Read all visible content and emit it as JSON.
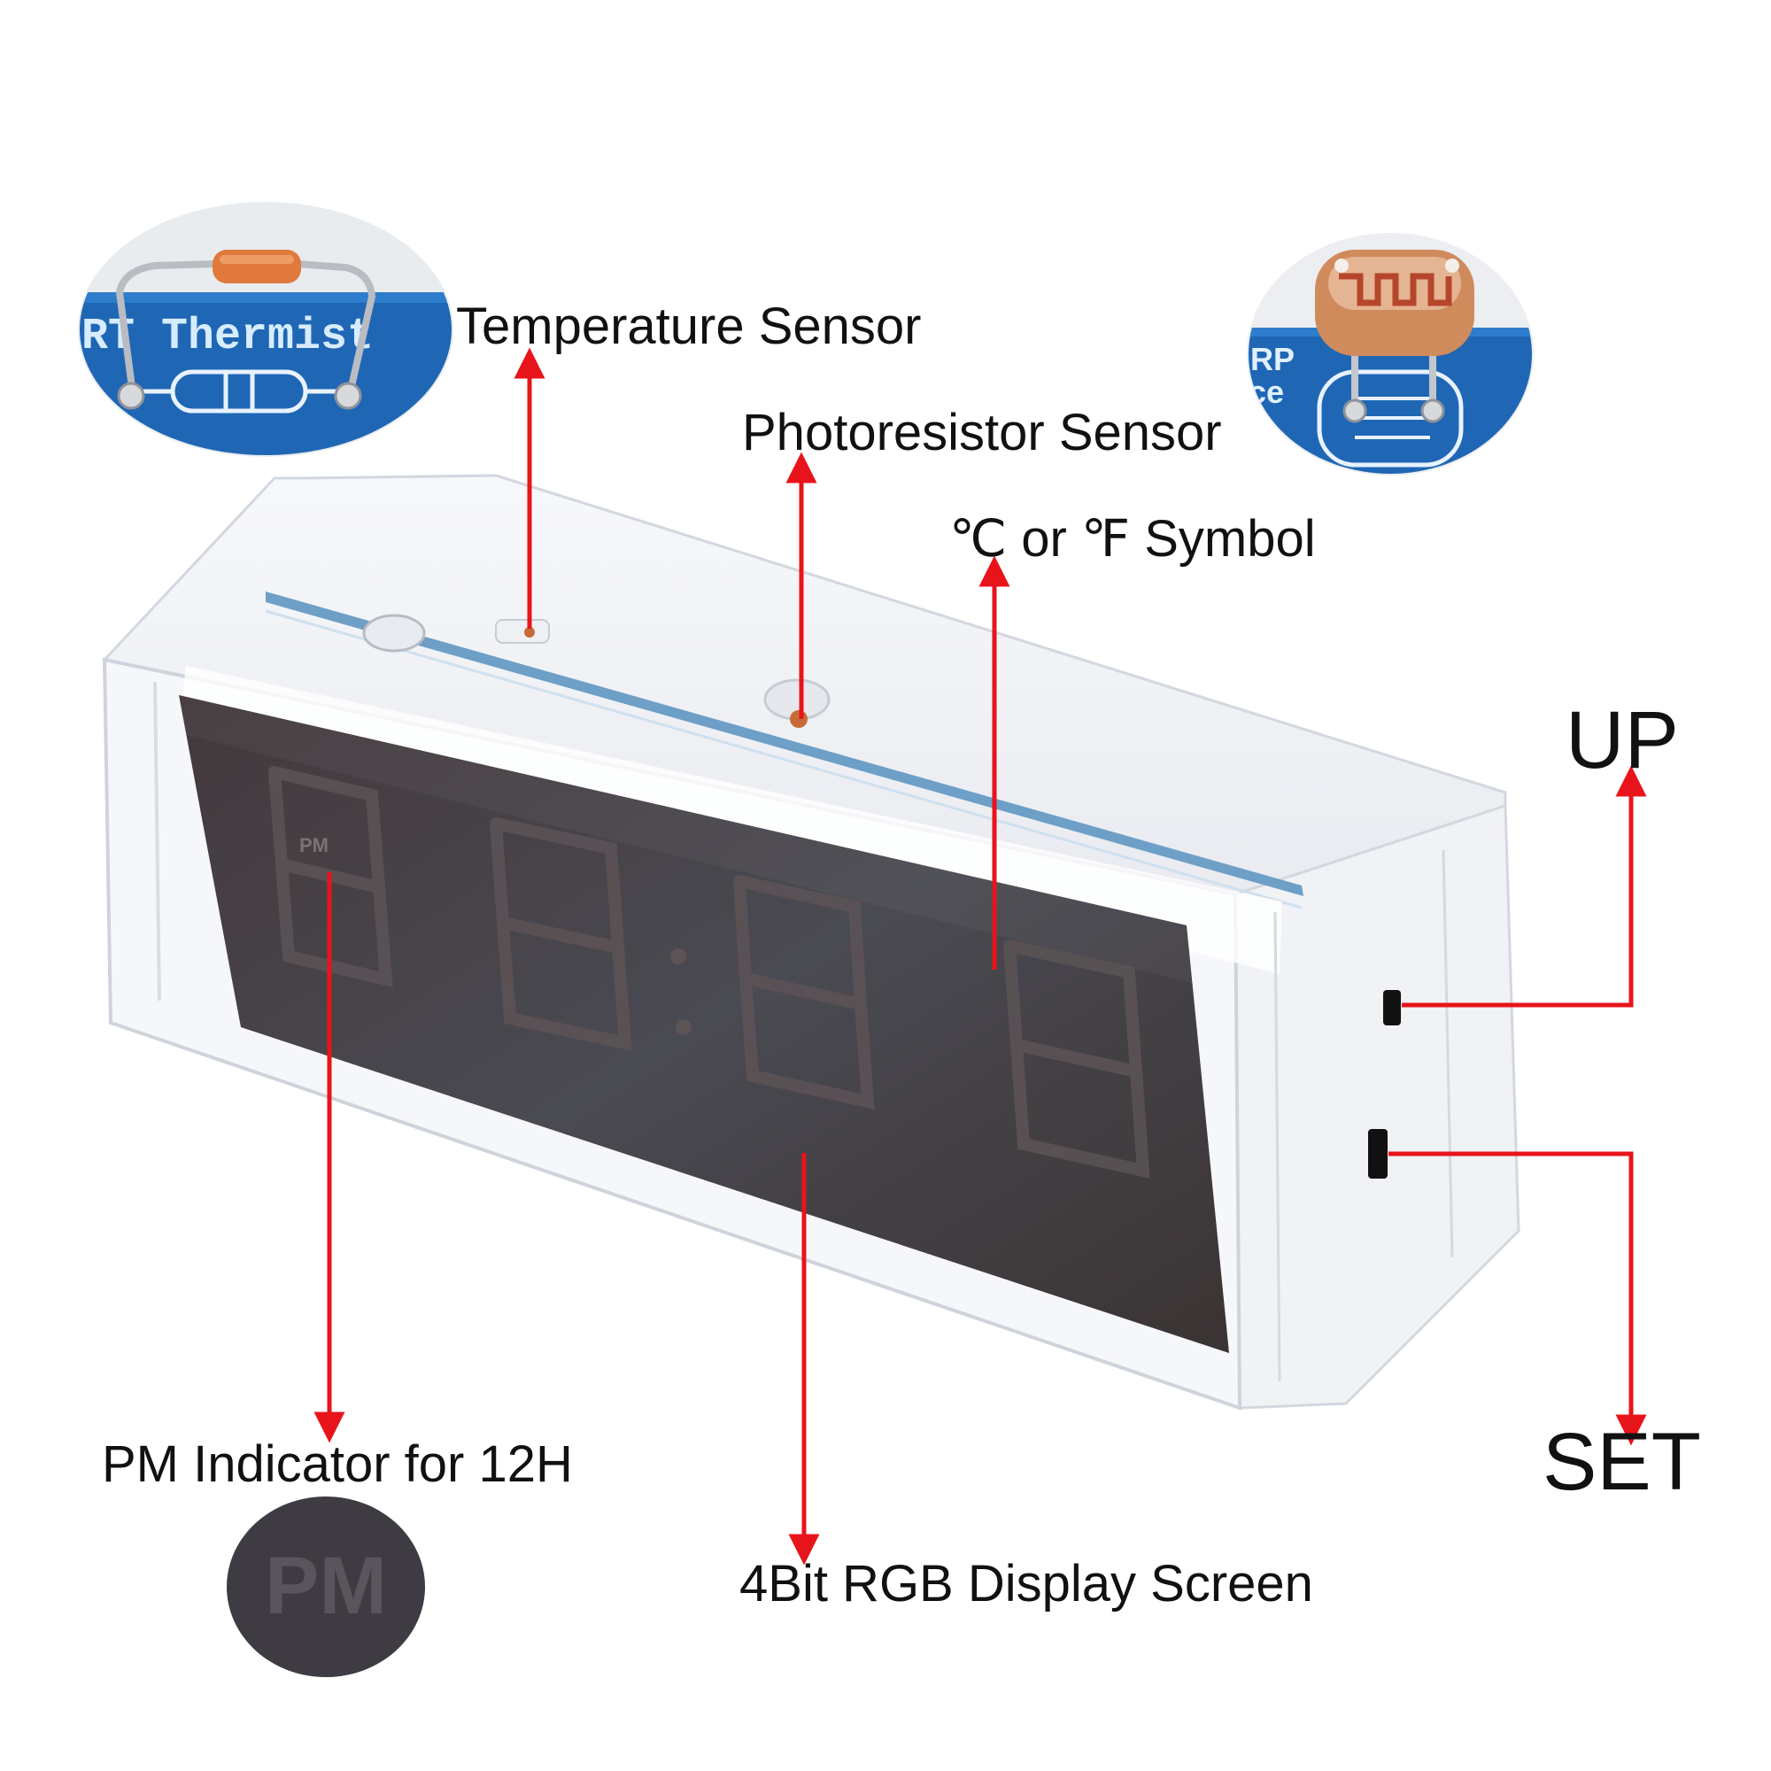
{
  "labels": {
    "temperature_sensor": "Temperature Sensor",
    "photoresistor_sensor": "Photoresistor Sensor",
    "symbol": "℃ or ℉ Symbol",
    "up": "UP",
    "set": "SET",
    "pm_indicator": "PM Indicator for 12H",
    "display_screen": "4Bit RGB Display Screen"
  },
  "insets": {
    "thermistor_board_text": "RT Thermist",
    "photoresistor_board_text_1": "RP",
    "photoresistor_board_text_2": "ce",
    "pm_closeup_text": "PM"
  },
  "display": {
    "pm_small_text": "PM"
  },
  "colors": {
    "arrow": "#e8141b",
    "pcb_blue": "#1f67b5",
    "display_glass": "#3a3436",
    "label_text": "#111111"
  }
}
